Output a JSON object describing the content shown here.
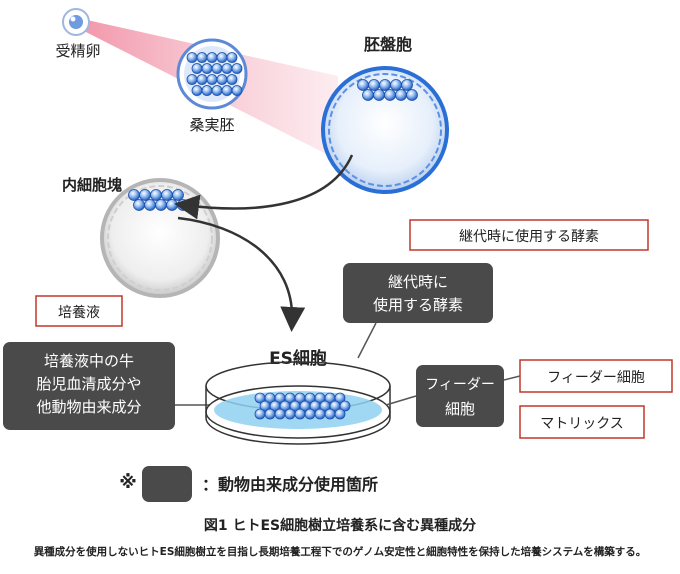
{
  "labels": {
    "fertilized_egg": "受精卵",
    "morula": "桑実胚",
    "blastocyst": "胚盤胞",
    "inner_cell_mass": "内細胞塊",
    "es_cells": "ES細胞"
  },
  "red_boxes": {
    "passage_enzyme": "継代時に使用する酵素",
    "culture_medium": "培養液",
    "feeder_cells": "フィーダー細胞",
    "matrix": "マトリックス"
  },
  "dark_boxes": {
    "enzyme_lines": [
      "継代時に",
      "使用する酵素"
    ],
    "serum_lines": [
      "培養液中の牛",
      "胎児血清成分や",
      "他動物由来成分"
    ],
    "feeder_lines": [
      "フィーダー",
      "細胞"
    ]
  },
  "legend": {
    "mark": "※",
    "text": "：動物由来成分使用箇所"
  },
  "caption": {
    "title": "図1 ヒトES細胞樹立培養系に含む異種成分",
    "description": "異種成分を使用しないヒトES細胞樹立を目指し長期培養工程下でのゲノム安定性と細胞特性を保持した培養システムを構築する。"
  },
  "colors": {
    "cell_blue": "#2a6fd6",
    "dark_box": "#4a4a4a",
    "red_border": "#c0392b",
    "beam": "#f3b6c0"
  }
}
